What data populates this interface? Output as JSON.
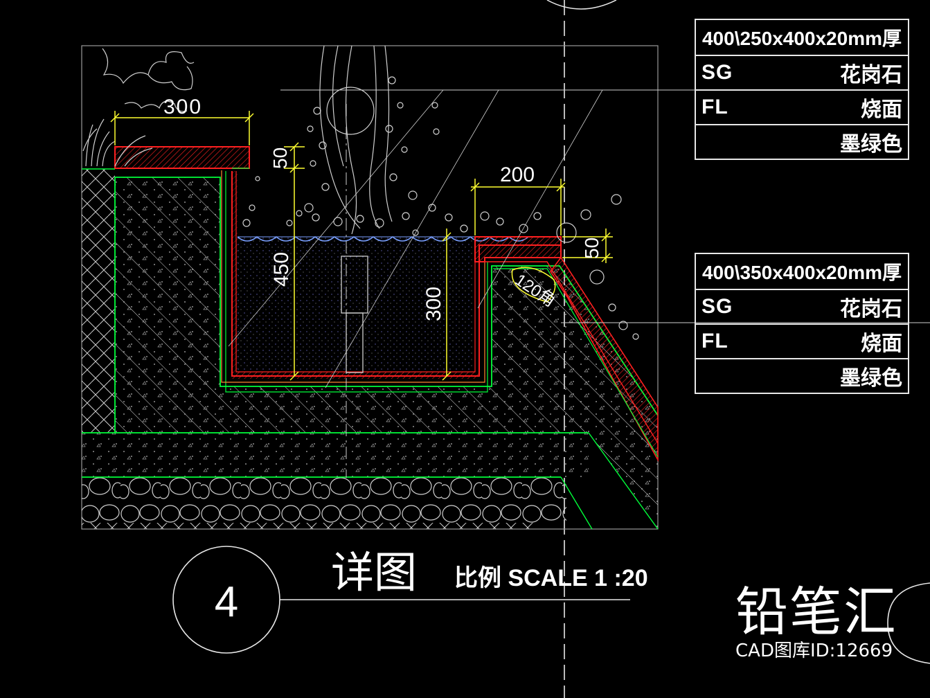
{
  "dimensions": {
    "d300_top": "300",
    "d50_left": "50",
    "d450": "450",
    "d300_inner": "300",
    "d200": "200",
    "d50_right": "50",
    "angle": "120角"
  },
  "spec_tables": [
    {
      "title": "400\\250x400x20mm厚",
      "rows": [
        {
          "code": "SG",
          "value": "花岗石"
        },
        {
          "code": "FL",
          "value": "烧面"
        },
        {
          "code": "",
          "value": "墨绿色"
        }
      ]
    },
    {
      "title": "400\\350x400x20mm厚",
      "rows": [
        {
          "code": "SG",
          "value": "花岗石"
        },
        {
          "code": "FL",
          "value": "烧面"
        },
        {
          "code": "",
          "value": "墨绿色"
        }
      ]
    }
  ],
  "title_block": {
    "number": "4",
    "title": "详图",
    "scale": "比例 SCALE 1 :20"
  },
  "watermark": {
    "brand": "铅笔汇",
    "library_id": "CAD图库ID:12669"
  },
  "colors": {
    "red": "#ff2020",
    "green": "#00ff3a",
    "yellow": "#ffff30",
    "cyan": "#00f0ff",
    "blue": "#7aa0ff",
    "white": "#f0f0f0",
    "grey": "#9a9a9a"
  }
}
